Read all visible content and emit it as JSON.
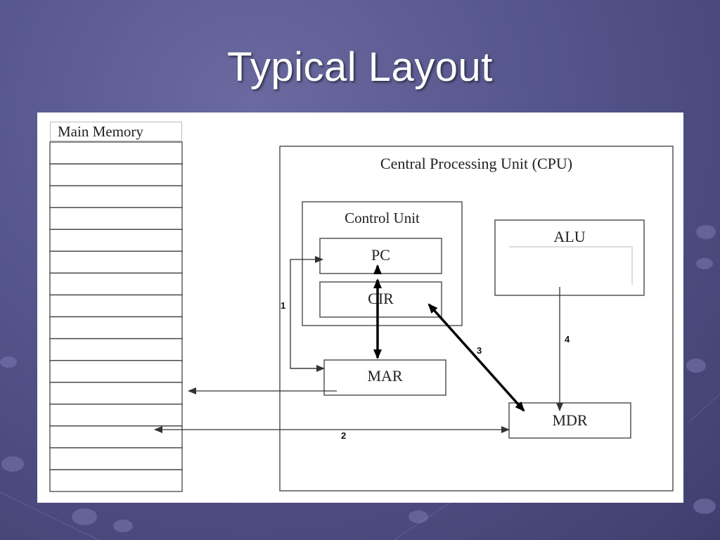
{
  "slide": {
    "title": "Typical Layout"
  },
  "diagram": {
    "memory_label": "Main Memory",
    "memory_cell_count": 16,
    "cpu_label": "Central Processing Unit (CPU)",
    "control_unit_label": "Control Unit",
    "pc_label": "PC",
    "cir_label": "CIR",
    "alu_label": "ALU",
    "mar_label": "MAR",
    "mdr_label": "MDR",
    "step_labels": [
      "1",
      "2",
      "3",
      "4"
    ]
  },
  "colors": {
    "background": "#55558c",
    "title_text": "#ffffff",
    "line": "#333333"
  }
}
